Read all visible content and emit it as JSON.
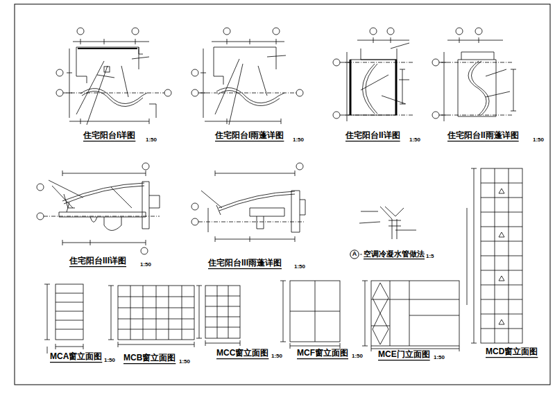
{
  "diagram": {
    "nodes": [
      {
        "text": [
          "A"
        ]
      }
    ],
    "labels": [
      "住宅阳台I详图",
      "1:50",
      "住宅阳台I雨蓬详图",
      "1:50",
      "住宅阳台II详图",
      "1:50",
      "住宅阳台II雨蓬详图",
      "1:50",
      "住宅阳台III详图",
      "1:50",
      "住宅阳台III雨蓬详图",
      "1:50",
      "空调冷凝水管做法",
      "1:5",
      "MCA窗立面图",
      "1:50",
      "MCB窗立面图",
      "1:50",
      "MCC窗立面图",
      "1:50",
      "MCF窗立面图",
      "1:50",
      "MCE门立面图",
      "1:50",
      "MCD窗立面图"
    ]
  }
}
